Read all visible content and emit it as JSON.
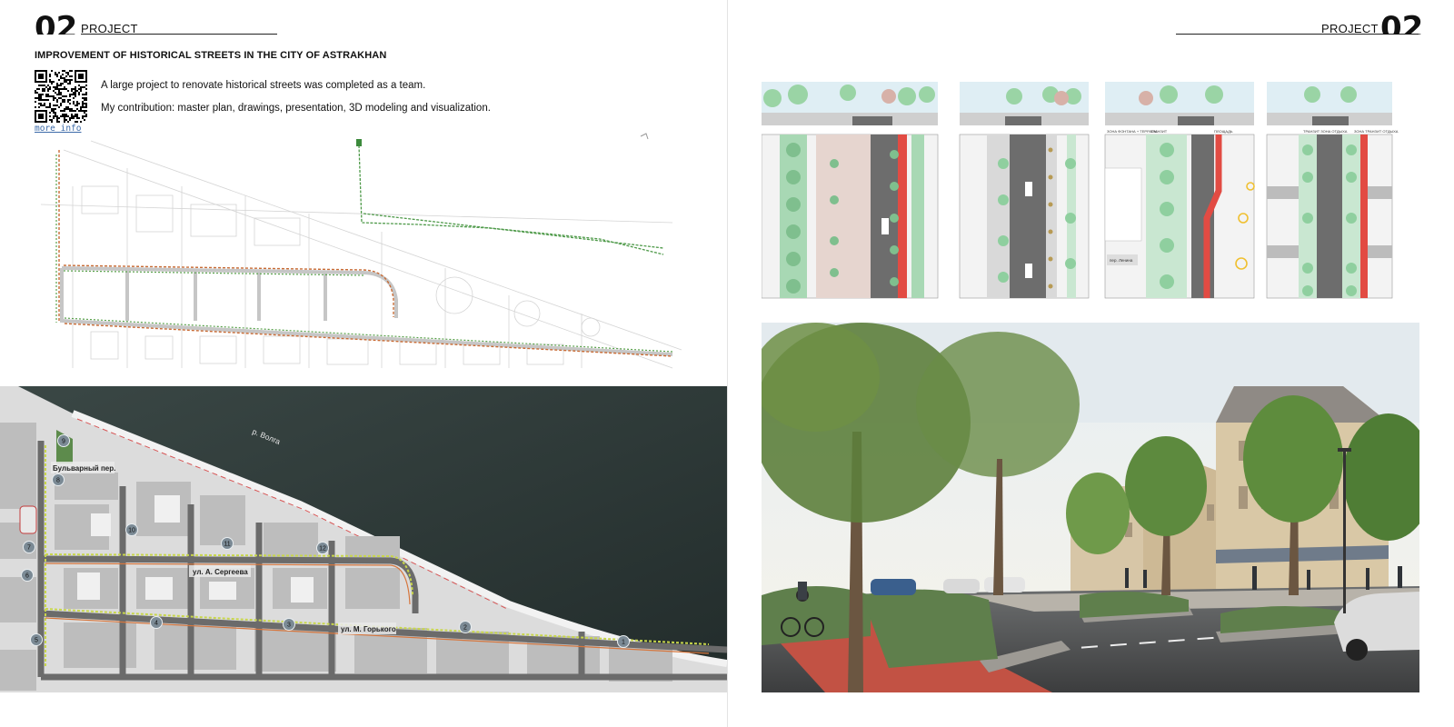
{
  "left_page": {
    "page_number": "02",
    "section_label": "PROJECT",
    "title": "IMPROVEMENT OF HISTORICAL STREETS IN THE CITY OF ASTRAKHAN",
    "qr_link_text": "more info",
    "description_1": "A large project to renovate historical streets was completed as a team.",
    "description_2": "My contribution: master plan, drawings, presentation, 3D modeling and visualization.",
    "aerial_labels": {
      "river": "р. Волга",
      "street_bulvarny": "Бульварный пер.",
      "street_sergeeva": "ул. А. Сергеева",
      "street_gorkogo": "ул. М. Горького"
    },
    "markers": [
      "1",
      "2",
      "3",
      "4",
      "5",
      "6",
      "7",
      "8",
      "9",
      "10",
      "11",
      "12"
    ]
  },
  "right_page": {
    "page_number": "02",
    "section_label": "PROJECT",
    "section_notes": {
      "zone_1": "ЗОНА ФОНТАНА + ТЕРРАСЫ",
      "transit": "ТРАНЗИТ",
      "square": "ПЛОЩАДЬ",
      "transit_rest_1": "ТРАНЗИТ ЗОНА ОТДЫХА",
      "transit_rest_2": "ЗОНА ТРАНЗИТ ОТДЫХА",
      "lane_label": "пер. Ленина"
    }
  },
  "colors": {
    "road": "#6d6d6d",
    "tree": "#8fcf9f",
    "bike_lane": "#e24b43",
    "water": "#2e3a38",
    "sky": "#dfe9ee"
  }
}
